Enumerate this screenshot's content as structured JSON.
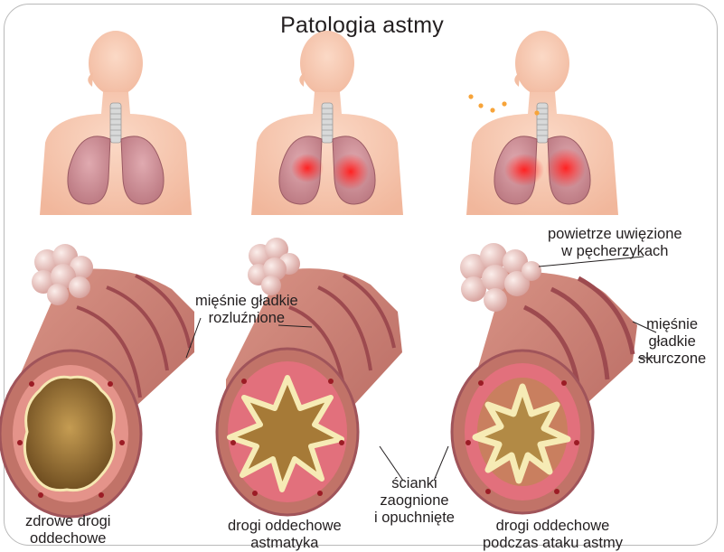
{
  "title": "Patologia astmy",
  "labels": {
    "smooth_relaxed": [
      "mięśnie gładkie",
      "rozluźnione"
    ],
    "trapped_air": [
      "powietrze uwięzione",
      "w pęcherzykach"
    ],
    "smooth_contracted": [
      "mięśnie",
      "gładkie",
      "skurczone"
    ],
    "walls_inflamed": [
      "ścianki",
      "zaognione",
      "i opuchnięte"
    ]
  },
  "captions": [
    [
      "zdrowe drogi",
      "oddechowe"
    ],
    [
      "drogi oddechowe",
      "astmatyka"
    ],
    [
      "drogi oddechowe",
      "podczas ataku astmy"
    ]
  ],
  "colors": {
    "skin": "#f6c4aa",
    "lung": "#c98c93",
    "inflamed": "#ee2a2a",
    "airway": "#c87e70",
    "airway_band": "#b2575a",
    "lumen_healthy": "#8a6a2d",
    "mucosa_inflamed": "#e2707c",
    "mucus": "#f1e6b5",
    "alveoli": "#e8c2bd",
    "breath_dots": "#f7a43a"
  }
}
